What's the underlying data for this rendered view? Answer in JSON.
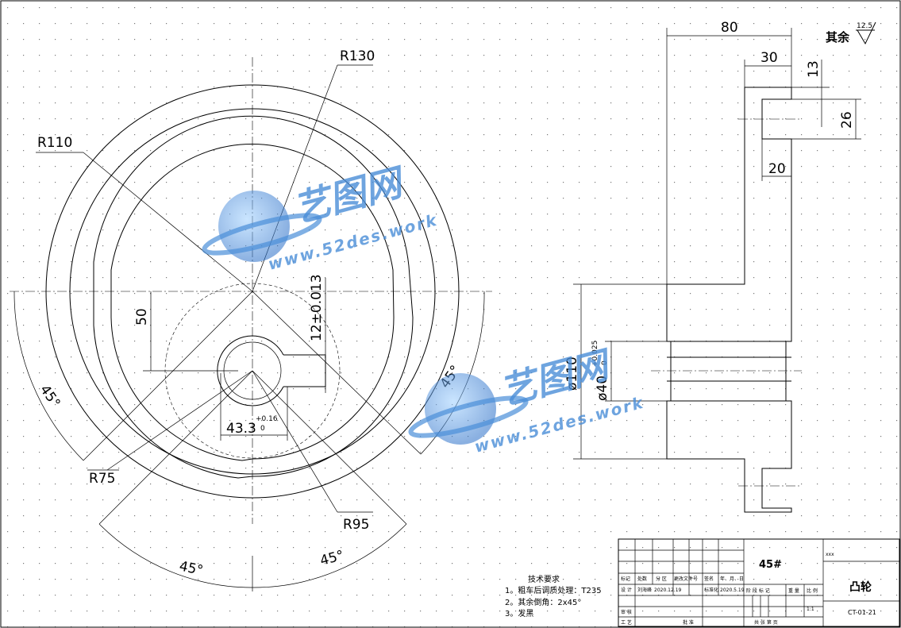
{
  "front_view": {
    "r130": "R130",
    "r110": "R110",
    "r75": "R75",
    "r95": "R95",
    "d50": "50",
    "keyway_width": "12±0.013",
    "keyway_depth": "43.3",
    "keyway_tol_upper": "+0.16",
    "keyway_tol_lower": "0",
    "angle_left": "45°",
    "angle_right": "45°",
    "angle_bottom_left": "45°",
    "angle_bottom_right": "45°"
  },
  "side_view": {
    "width_80": "80",
    "width_30": "30",
    "d13": "13",
    "d26": "26",
    "d20": "20",
    "dia_110": "ø110",
    "dia_40": "ø40",
    "dia_40_tol_upper": "+0.025",
    "dia_40_tol_lower": "0"
  },
  "surface_finish": {
    "label": "其余",
    "value": "12.5"
  },
  "tech_requirements": {
    "title": "技术要求",
    "items": [
      "1。粗车后调质处理：T235",
      "2。其余倒角：2x45°",
      "3。发黑"
    ]
  },
  "title_block": {
    "material": "45#",
    "company": "xxx",
    "part_name": "凸轮",
    "drawing_no": "CT-01-21",
    "scale": "1:1",
    "row_mark": "标记",
    "row_count": "处数",
    "row_zone": "分 区",
    "row_docno": "更改文件号",
    "row_sign": "签名",
    "row_date": "年、月、日",
    "designer_label": "设 计",
    "designer_name": "刘海峰",
    "std_label": "2020.12.19",
    "std_col": "标准化",
    "date": "2020.5.19",
    "stage_label": "阶 段 标 记",
    "weight_label": "重 量",
    "scale_label": "比 例",
    "check_label": "审 核",
    "process_label": "工 艺",
    "approve_label": "批 准",
    "sheets": "共   张   第   页"
  },
  "watermarks": [
    {
      "title": "艺图网",
      "url": "www.52des.work"
    },
    {
      "title": "艺图网",
      "url": "www.52des.work"
    }
  ]
}
